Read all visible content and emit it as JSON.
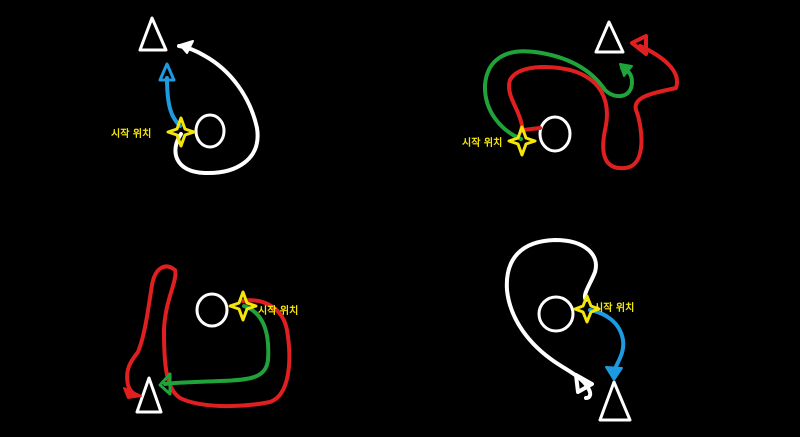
{
  "colors": {
    "background": "#000000",
    "path_white": "#ffffff",
    "path_blue": "#1e9be0",
    "path_red": "#e02020",
    "path_green": "#1fa33a",
    "start_marker": "#f5e60a",
    "label_text": "#f5e60a"
  },
  "panels": [
    {
      "id": "top-left",
      "start_label": "시작 위치",
      "paths": [
        "white",
        "blue"
      ]
    },
    {
      "id": "top-right",
      "start_label": "시작 위치",
      "paths": [
        "red",
        "green"
      ]
    },
    {
      "id": "bottom-left",
      "start_label": "시작 위치",
      "paths": [
        "red",
        "green"
      ]
    },
    {
      "id": "bottom-right",
      "start_label": "시작 위치",
      "paths": [
        "white",
        "blue"
      ]
    }
  ]
}
